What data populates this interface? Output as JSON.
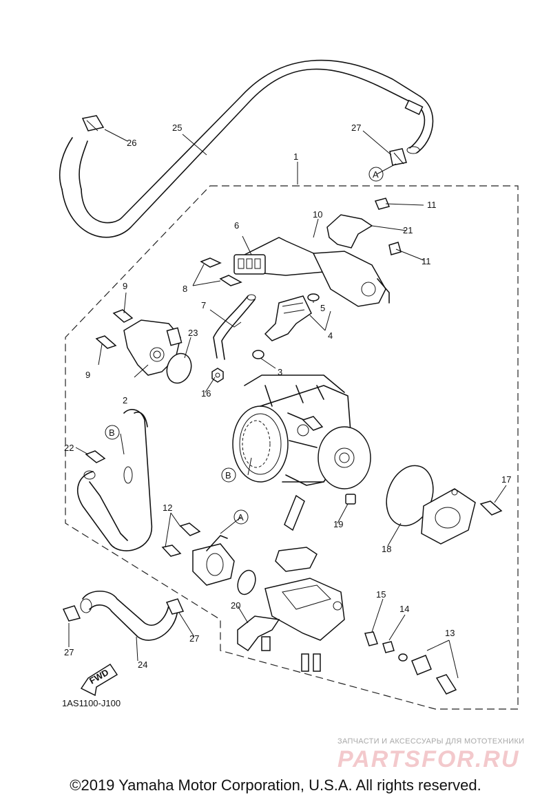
{
  "diagram": {
    "drawing_code": "1AS1100-J100",
    "fwd_label": "FWD",
    "callouts": [
      {
        "id": "c1",
        "text": "1"
      },
      {
        "id": "c2",
        "text": "2"
      },
      {
        "id": "c3",
        "text": "3"
      },
      {
        "id": "c4",
        "text": "4"
      },
      {
        "id": "c5",
        "text": "5"
      },
      {
        "id": "c6",
        "text": "6"
      },
      {
        "id": "c7",
        "text": "7"
      },
      {
        "id": "c8",
        "text": "8"
      },
      {
        "id": "c9a",
        "text": "9"
      },
      {
        "id": "c9b",
        "text": "9"
      },
      {
        "id": "c10",
        "text": "10"
      },
      {
        "id": "c11a",
        "text": "11"
      },
      {
        "id": "c11b",
        "text": "11"
      },
      {
        "id": "c12",
        "text": "12"
      },
      {
        "id": "c13",
        "text": "13"
      },
      {
        "id": "c14",
        "text": "14"
      },
      {
        "id": "c15",
        "text": "15"
      },
      {
        "id": "c16",
        "text": "16"
      },
      {
        "id": "c17",
        "text": "17"
      },
      {
        "id": "c18",
        "text": "18"
      },
      {
        "id": "c19",
        "text": "19"
      },
      {
        "id": "c20",
        "text": "20"
      },
      {
        "id": "c21",
        "text": "21"
      },
      {
        "id": "c22",
        "text": "22"
      },
      {
        "id": "c23",
        "text": "23"
      },
      {
        "id": "c24",
        "text": "24"
      },
      {
        "id": "c25",
        "text": "25"
      },
      {
        "id": "c26",
        "text": "26"
      },
      {
        "id": "c27a",
        "text": "27"
      },
      {
        "id": "c27b",
        "text": "27"
      },
      {
        "id": "c27c",
        "text": "27"
      }
    ],
    "reference_markers": [
      {
        "id": "ra1",
        "text": "A"
      },
      {
        "id": "ra2",
        "text": "A"
      },
      {
        "id": "rb1",
        "text": "B"
      },
      {
        "id": "rb2",
        "text": "B"
      }
    ]
  },
  "watermark": {
    "tagline": "ЗАПЧАСТИ И АКСЕССУАРЫ ДЛЯ МОТОТЕХНИКИ",
    "brand": "PARTSFOR.RU",
    "color": "#e8a0a5"
  },
  "footer": {
    "copyright": "©2019 Yamaha Motor Corporation, U.S.A. All rights reserved."
  }
}
